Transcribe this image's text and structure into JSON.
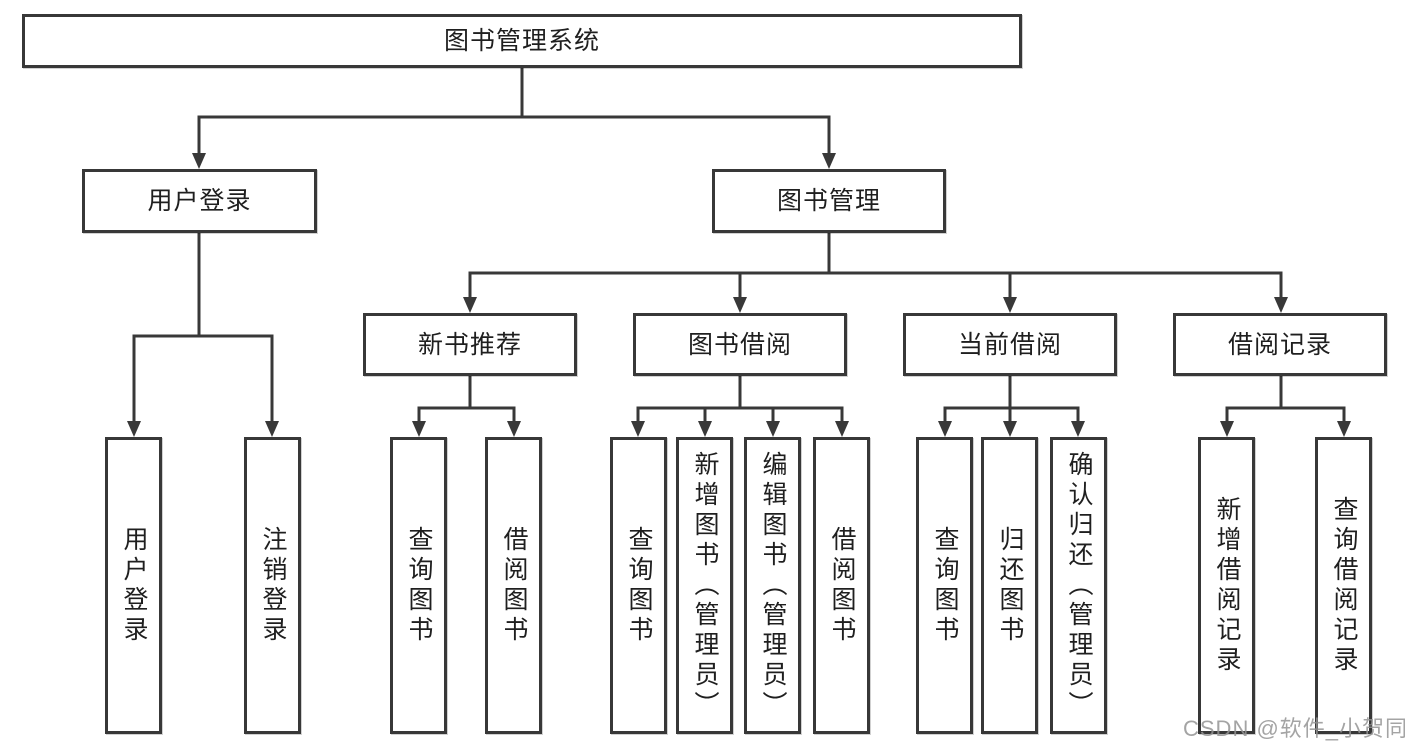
{
  "diagram": {
    "type": "hierarchy-tree",
    "colors": {
      "line": "#383838",
      "box_border": "#383838",
      "box_fill": "#ffffff",
      "text": "#1f1f1f",
      "watermark": "#949494",
      "background": "#ffffff"
    },
    "tree": {
      "root": {
        "label": "图书管理系统",
        "children": [
          {
            "label": "用户登录",
            "children": [
              {
                "label": "用户登录"
              },
              {
                "label": "注销登录"
              }
            ]
          },
          {
            "label": "图书管理",
            "children": [
              {
                "label": "新书推荐",
                "children": [
                  {
                    "label": "查询图书"
                  },
                  {
                    "label": "借阅图书"
                  }
                ]
              },
              {
                "label": "图书借阅",
                "children": [
                  {
                    "label": "查询图书"
                  },
                  {
                    "label": "新增图书（管理员）"
                  },
                  {
                    "label": "编辑图书（管理员）"
                  },
                  {
                    "label": "借阅图书"
                  }
                ]
              },
              {
                "label": "当前借阅",
                "children": [
                  {
                    "label": "查询图书"
                  },
                  {
                    "label": "归还图书"
                  },
                  {
                    "label": "确认归还（管理员）"
                  }
                ]
              },
              {
                "label": "借阅记录",
                "children": [
                  {
                    "label": "新增借阅记录"
                  },
                  {
                    "label": "查询借阅记录"
                  }
                ]
              }
            ]
          }
        ]
      }
    },
    "watermark": {
      "text": "CSDN @软件_小贺同学"
    }
  }
}
